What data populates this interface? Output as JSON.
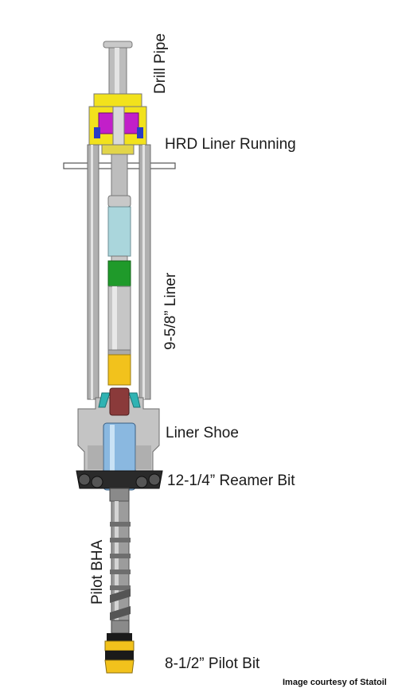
{
  "labels": {
    "drill_pipe": "Drill Pipe",
    "hrd_liner_running": "HRD Liner Running",
    "liner": "9-5/8” Liner",
    "liner_shoe": "Liner Shoe",
    "reamer_bit": "12-1/4” Reamer Bit",
    "pilot_bha": "Pilot BHA",
    "pilot_bit": "8-1/2” Pilot Bit"
  },
  "credit": "Image courtesy of Statoil",
  "colors": {
    "pipe_grey": "#b8b8b8",
    "liner_grey": "#a8a8a8",
    "hrd_yellow": "#f2e21c",
    "hrd_magenta": "#c21fc9",
    "hrd_blue": "#2a3cc6",
    "light_blue": "#aad6dc",
    "green": "#1f9a2a",
    "yellow": "#f2c21c",
    "dark_red": "#8a3a3a",
    "teal": "#2fb3b3",
    "blue_shoe": "#8ab8e0",
    "black": "#1a1a1a"
  }
}
